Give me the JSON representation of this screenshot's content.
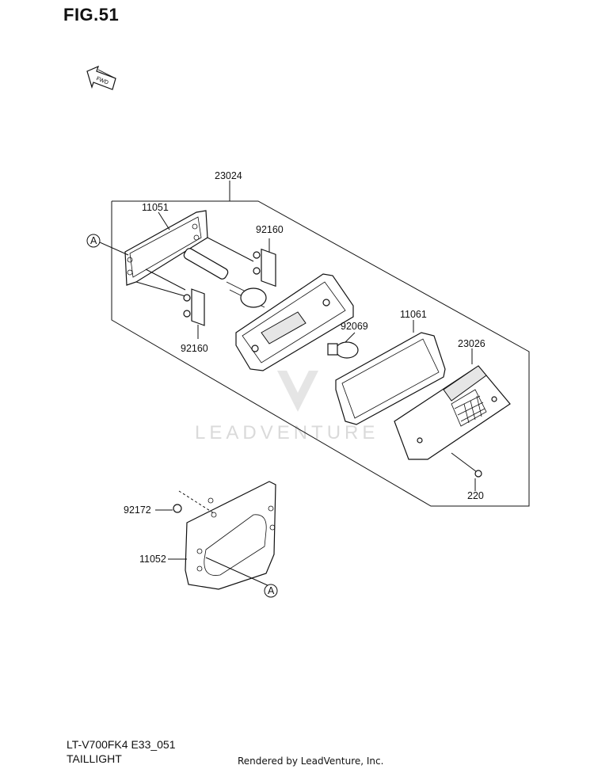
{
  "figure": {
    "title": "FIG.51"
  },
  "direction_marker": {
    "label": "FWD"
  },
  "parts": [
    {
      "id": "23024"
    },
    {
      "id": "11051"
    },
    {
      "id": "92160"
    },
    {
      "id": "92160"
    },
    {
      "id": "92069"
    },
    {
      "id": "11061"
    },
    {
      "id": "23026"
    },
    {
      "id": "220"
    },
    {
      "id": "92172"
    },
    {
      "id": "11052"
    }
  ],
  "callouts": [
    {
      "letter": "A"
    },
    {
      "letter": "A"
    }
  ],
  "watermark": {
    "text": "LEADVENTURE"
  },
  "footer": {
    "model_code": "LT-V700FK4 E33_051",
    "assembly_name": "TAILLIGHT",
    "credit": "Rendered by LeadVenture, Inc."
  }
}
